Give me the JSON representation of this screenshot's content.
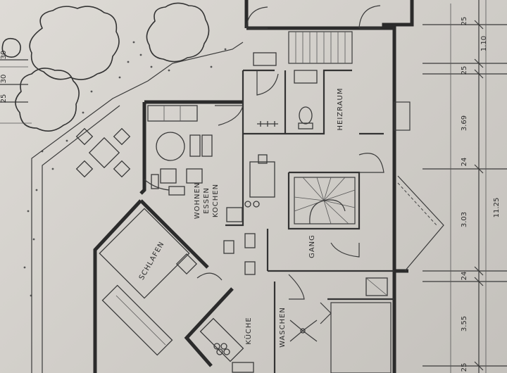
{
  "plan": {
    "rooms": {
      "heizraum": "HEIZRAUM",
      "wohnen": "WOHNEN",
      "essen": "ESSEN",
      "kochen": "KOCHEN",
      "schlafen": "SCHLAFEN",
      "gang": "GANG",
      "waschen": "WASCHEN",
      "kueche": "KÜCHE"
    },
    "dimensions": {
      "d25_top": "25",
      "d1_10": "1.10",
      "d25_mid": "25",
      "d3_69": "3.69",
      "d24_a": "24",
      "d3_03": "3.03",
      "d11_25": "11.25",
      "d24_b": "24",
      "d3_55": "3.55",
      "d25_bottom": "25",
      "d30_left": "30",
      "d30_left2": "30",
      "d25_left": "25"
    },
    "colors": {
      "paper": "#d6d3ce",
      "ink": "#2b2b2b"
    }
  }
}
